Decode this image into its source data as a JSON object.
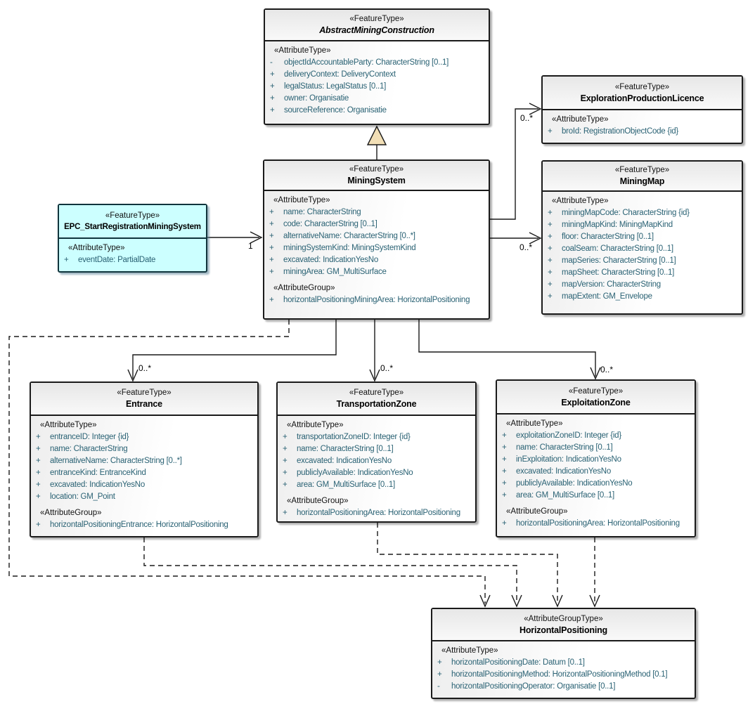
{
  "diagram": {
    "title": "UML mining system model",
    "colors": {
      "event_box_fill": "#CCFFFF",
      "generalization_triangle_fill": "#F2DFB6",
      "attribute_text": "#2A6274",
      "box_border": "#1A1A1A"
    },
    "classes": [
      {
        "stereotype": "«FeatureType»",
        "name": "AbstractMiningConstruction",
        "italic": true,
        "sections": [
          {
            "header": "«AttributeType»",
            "rows": [
              {
                "vis": "-",
                "text": "objectIdAccountableParty: CharacterString [0..1]"
              },
              {
                "vis": "+",
                "text": "deliveryContext: DeliveryContext"
              },
              {
                "vis": "+",
                "text": "legalStatus: LegalStatus [0..1]"
              },
              {
                "vis": "+",
                "text": "owner: Organisatie"
              },
              {
                "vis": "+",
                "text": "sourceReference: Organisatie"
              }
            ]
          }
        ]
      },
      {
        "stereotype": "«FeatureType»",
        "name": "ExplorationProductionLicence",
        "italic": false,
        "sections": [
          {
            "header": "«AttributeType»",
            "rows": [
              {
                "vis": "+",
                "text": "broId: RegistrationObjectCode {id}"
              }
            ]
          }
        ]
      },
      {
        "stereotype": "«FeatureType»",
        "name": "MiningSystem",
        "italic": false,
        "sections": [
          {
            "header": "«AttributeType»",
            "rows": [
              {
                "vis": "+",
                "text": "name: CharacterString"
              },
              {
                "vis": "+",
                "text": "code: CharacterString [0..1]"
              },
              {
                "vis": "+",
                "text": "alternativeName: CharacterString [0..*]"
              },
              {
                "vis": "+",
                "text": "miningSystemKind: MiningSystemKind"
              },
              {
                "vis": "+",
                "text": "excavated: IndicationYesNo"
              },
              {
                "vis": "+",
                "text": "miningArea: GM_MultiSurface"
              }
            ]
          },
          {
            "header": "«AttributeGroup»",
            "rows": [
              {
                "vis": "+",
                "text": "horizontalPositioningMiningArea: HorizontalPositioning"
              }
            ]
          }
        ]
      },
      {
        "stereotype": "«FeatureType»",
        "name": "MiningMap",
        "italic": false,
        "sections": [
          {
            "header": "«AttributeType»",
            "rows": [
              {
                "vis": "+",
                "text": "miningMapCode: CharacterString {id}"
              },
              {
                "vis": "+",
                "text": "miningMapKind: MiningMapKind"
              },
              {
                "vis": "+",
                "text": "floor: CharacterString [0..1]"
              },
              {
                "vis": "+",
                "text": "coalSeam: CharacterString [0..1]"
              },
              {
                "vis": "+",
                "text": "mapSeries: CharacterString [0..1]"
              },
              {
                "vis": "+",
                "text": "mapSheet: CharacterString [0..1]"
              },
              {
                "vis": "+",
                "text": "mapVersion: CharacterString"
              },
              {
                "vis": "+",
                "text": "mapExtent: GM_Envelope"
              }
            ]
          }
        ]
      },
      {
        "stereotype": "«FeatureType»",
        "name": "EPC_StartRegistrationMiningSystem",
        "italic": false,
        "sections": [
          {
            "header": "«AttributeType»",
            "rows": [
              {
                "vis": "+",
                "text": "eventDate: PartialDate"
              }
            ]
          }
        ]
      },
      {
        "stereotype": "«FeatureType»",
        "name": "Entrance",
        "italic": false,
        "sections": [
          {
            "header": "«AttributeType»",
            "rows": [
              {
                "vis": "+",
                "text": "entranceID: Integer {id}"
              },
              {
                "vis": "+",
                "text": "name: CharacterString"
              },
              {
                "vis": "+",
                "text": "alternativeName: CharacterString [0..*]"
              },
              {
                "vis": "+",
                "text": "entranceKind: EntranceKind"
              },
              {
                "vis": "+",
                "text": "excavated: IndicationYesNo"
              },
              {
                "vis": "+",
                "text": "location: GM_Point"
              }
            ]
          },
          {
            "header": "«AttributeGroup»",
            "rows": [
              {
                "vis": "+",
                "text": "horizontalPositioningEntrance: HorizontalPositioning"
              }
            ]
          }
        ]
      },
      {
        "stereotype": "«FeatureType»",
        "name": "TransportationZone",
        "italic": false,
        "sections": [
          {
            "header": "«AttributeType»",
            "rows": [
              {
                "vis": "+",
                "text": "transportationZoneID: Integer {id}"
              },
              {
                "vis": "+",
                "text": "name: CharacterString [0..1]"
              },
              {
                "vis": "+",
                "text": "excavated: IndicationYesNo"
              },
              {
                "vis": "+",
                "text": "publiclyAvailable: IndicationYesNo"
              },
              {
                "vis": "+",
                "text": "area: GM_MultiSurface [0..1]"
              }
            ]
          },
          {
            "header": "«AttributeGroup»",
            "rows": [
              {
                "vis": "+",
                "text": "horizontalPositioningArea: HorizontalPositioning"
              }
            ]
          }
        ]
      },
      {
        "stereotype": "«FeatureType»",
        "name": "ExploitationZone",
        "italic": false,
        "sections": [
          {
            "header": "«AttributeType»",
            "rows": [
              {
                "vis": "+",
                "text": "exploitationZoneID: Integer {id}"
              },
              {
                "vis": "+",
                "text": "name: CharacterString [0..1]"
              },
              {
                "vis": "+",
                "text": "inExploitation: IndicationYesNo"
              },
              {
                "vis": "+",
                "text": "excavated: IndicationYesNo"
              },
              {
                "vis": "+",
                "text": "publiclyAvailable: IndicationYesNo"
              },
              {
                "vis": "+",
                "text": "area: GM_MultiSurface [0..1]"
              }
            ]
          },
          {
            "header": "«AttributeGroup»",
            "rows": [
              {
                "vis": "+",
                "text": "horizontalPositioningArea: HorizontalPositioning"
              }
            ]
          }
        ]
      },
      {
        "stereotype": "«AttributeGroupType»",
        "name": "HorizontalPositioning",
        "italic": false,
        "sections": [
          {
            "header": "«AttributeType»",
            "rows": [
              {
                "vis": "+",
                "text": "horizontalPositioningDate: Datum [0..1]"
              },
              {
                "vis": "+",
                "text": "horizontalPositioningMethod: HorizontalPositioningMethod [0.1]"
              },
              {
                "vis": "-",
                "text": "horizontalPositioningOperator: Organisatie [0..1]"
              }
            ]
          }
        ]
      }
    ],
    "multiplicities": [
      {
        "text": "1"
      },
      {
        "text": "0..*"
      },
      {
        "text": "0..*"
      },
      {
        "text": "0..*"
      },
      {
        "text": "0..*"
      },
      {
        "text": "0..*"
      }
    ]
  }
}
